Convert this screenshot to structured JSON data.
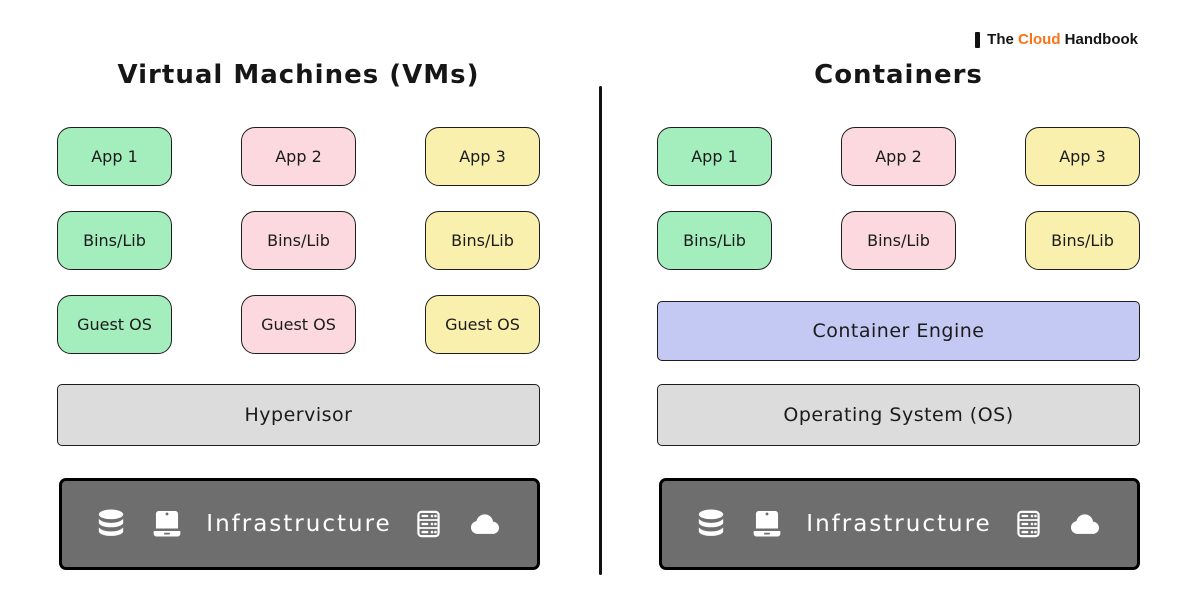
{
  "brand": {
    "prefix": "The ",
    "highlight": "Cloud",
    "suffix": " Handbook",
    "accent_color": "#f97316"
  },
  "colors": {
    "green": "#a3eebc",
    "pink": "#fbd9de",
    "yellow": "#faf0ae",
    "purple": "#c3c9f3",
    "gray": "#dcdcdc",
    "dark": "#6e6e6e"
  },
  "vms": {
    "title": "Virtual Machines (VMs)",
    "apps": [
      "App 1",
      "App 2",
      "App 3"
    ],
    "bins": [
      "Bins/Lib",
      "Bins/Lib",
      "Bins/Lib"
    ],
    "guest_os": [
      "Guest OS",
      "Guest OS",
      "Guest OS"
    ],
    "hypervisor": "Hypervisor",
    "infrastructure": "Infrastructure",
    "infrastructure_icons": [
      "database-icon",
      "laptop-icon",
      "server-icon",
      "cloud-icon"
    ]
  },
  "containers": {
    "title": "Containers",
    "apps": [
      "App 1",
      "App 2",
      "App 3"
    ],
    "bins": [
      "Bins/Lib",
      "Bins/Lib",
      "Bins/Lib"
    ],
    "engine": "Container Engine",
    "os": "Operating System (OS)",
    "infrastructure": "Infrastructure",
    "infrastructure_icons": [
      "database-icon",
      "laptop-icon",
      "server-icon",
      "cloud-icon"
    ]
  }
}
